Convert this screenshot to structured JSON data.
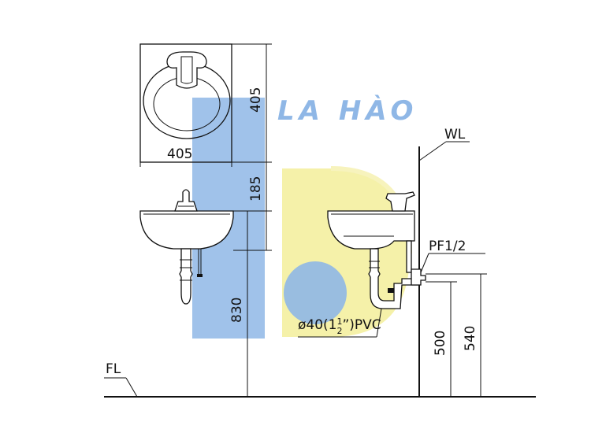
{
  "watermark": {
    "text": "LA HÀO",
    "blue": "#8fb7e6",
    "yellow": "#f3ee9a"
  },
  "top_view": {
    "height_dim": "405",
    "width_dim": "405"
  },
  "front_view": {
    "gap_dim": "185",
    "rim_height_dim": "830"
  },
  "side_view": {
    "wall_label": "WL",
    "supply_label": "PF1/2",
    "drain_label_prefix": "ø40(1",
    "drain_frac_num": "1",
    "drain_frac_den": "2",
    "drain_label_suffix": "”)PVC",
    "drain_height_dim": "500",
    "supply_height_dim": "540"
  },
  "floor_label": "FL"
}
